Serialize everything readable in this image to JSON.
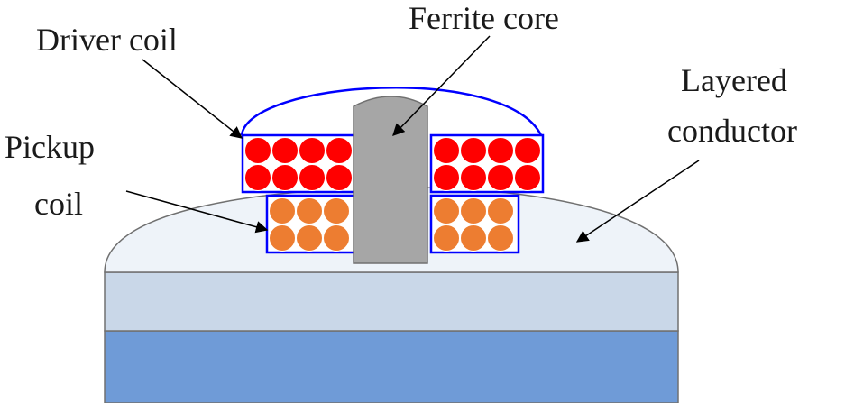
{
  "labels": {
    "driver_coil": "Driver coil",
    "ferrite_core": "Ferrite core",
    "layered_line1": "Layered",
    "layered_line2": "conductor",
    "pickup_line1": "Pickup",
    "pickup_line2": "coil"
  },
  "colors": {
    "driver_turn": "#ff0000",
    "pickup_turn": "#ed7d31",
    "coil_outline": "#0000ff",
    "core_fill": "#a6a6a6",
    "dome_fill": "#eef3f9",
    "middle_layer": "#c9d7e8",
    "bottom_layer": "#6f9bd7",
    "outline": "#707070"
  }
}
